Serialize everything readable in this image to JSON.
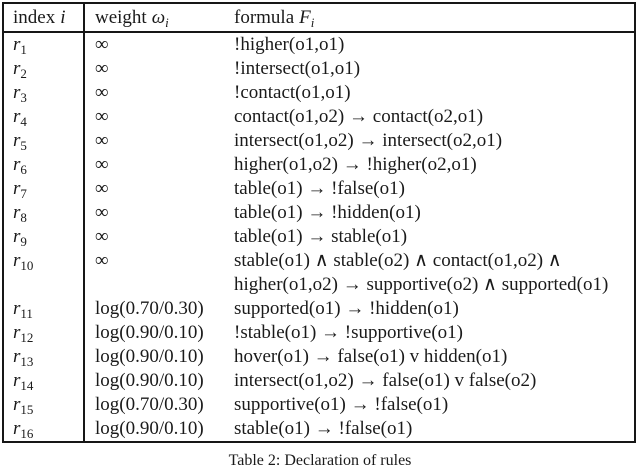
{
  "table": {
    "header": {
      "index_label": "index",
      "index_var": "i",
      "weight_label": "weight",
      "weight_var": "ω",
      "weight_var_sub": "i",
      "formula_label": "formula",
      "formula_var": "F",
      "formula_var_sub": "i"
    },
    "rows": [
      {
        "id_base": "r",
        "id_sub": "1",
        "weight": "∞",
        "formula_lines": [
          "!higher(o1,o1)"
        ]
      },
      {
        "id_base": "r",
        "id_sub": "2",
        "weight": "∞",
        "formula_lines": [
          "!intersect(o1,o1)"
        ]
      },
      {
        "id_base": "r",
        "id_sub": "3",
        "weight": "∞",
        "formula_lines": [
          "!contact(o1,o1)"
        ]
      },
      {
        "id_base": "r",
        "id_sub": "4",
        "weight": "∞",
        "formula_lines": [
          "contact(o1,o2) → contact(o2,o1)"
        ]
      },
      {
        "id_base": "r",
        "id_sub": "5",
        "weight": "∞",
        "formula_lines": [
          "intersect(o1,o2) → intersect(o2,o1)"
        ]
      },
      {
        "id_base": "r",
        "id_sub": "6",
        "weight": "∞",
        "formula_lines": [
          "higher(o1,o2) → !higher(o2,o1)"
        ]
      },
      {
        "id_base": "r",
        "id_sub": "7",
        "weight": "∞",
        "formula_lines": [
          "table(o1) → !false(o1)"
        ]
      },
      {
        "id_base": "r",
        "id_sub": "8",
        "weight": "∞",
        "formula_lines": [
          "table(o1) → !hidden(o1)"
        ]
      },
      {
        "id_base": "r",
        "id_sub": "9",
        "weight": "∞",
        "formula_lines": [
          "table(o1) → stable(o1)"
        ]
      },
      {
        "id_base": "r",
        "id_sub": "10",
        "weight": "∞",
        "formula_lines": [
          "stable(o1) ∧ stable(o2) ∧ contact(o1,o2) ∧",
          "higher(o1,o2) → supportive(o2) ∧ supported(o1)"
        ]
      },
      {
        "id_base": "r",
        "id_sub": "11",
        "weight": "log(0.70/0.30)",
        "formula_lines": [
          "supported(o1) → !hidden(o1)"
        ]
      },
      {
        "id_base": "r",
        "id_sub": "12",
        "weight": "log(0.90/0.10)",
        "formula_lines": [
          "!stable(o1) → !supportive(o1)"
        ]
      },
      {
        "id_base": "r",
        "id_sub": "13",
        "weight": "log(0.90/0.10)",
        "formula_lines": [
          "hover(o1) → false(o1) v hidden(o1)"
        ]
      },
      {
        "id_base": "r",
        "id_sub": "14",
        "weight": "log(0.90/0.10)",
        "formula_lines": [
          "intersect(o1,o2) → false(o1) v false(o2)"
        ]
      },
      {
        "id_base": "r",
        "id_sub": "15",
        "weight": "log(0.70/0.30)",
        "formula_lines": [
          "supportive(o1) → !false(o1)"
        ]
      },
      {
        "id_base": "r",
        "id_sub": "16",
        "weight": "log(0.90/0.10)",
        "formula_lines": [
          "stable(o1) → !false(o1)"
        ]
      }
    ]
  },
  "caption": "Table 2: Declaration of rules"
}
